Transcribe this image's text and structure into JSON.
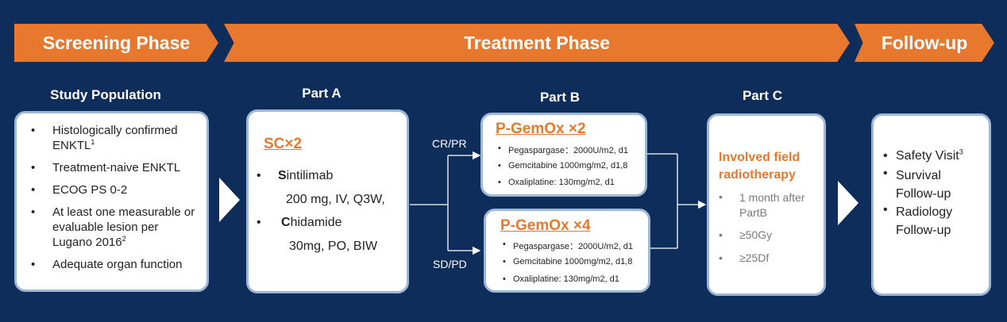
{
  "phases": {
    "screening": "Screening Phase",
    "treatment": "Treatment Phase",
    "followup": "Follow-up"
  },
  "headings": {
    "study_population": "Study Population",
    "part_a": "Part A",
    "part_b": "Part B",
    "part_c": "Part C"
  },
  "study_population": {
    "items": [
      {
        "text": "Histologically confirmed ENKTL",
        "sup": "1"
      },
      {
        "text": "Treatment-naive ENKTL",
        "sup": ""
      },
      {
        "text": "ECOG PS 0-2",
        "sup": ""
      },
      {
        "text": "At least one measurable or evaluable lesion per Lugano 2016",
        "sup": "2"
      },
      {
        "text": "Adequate organ function",
        "sup": ""
      }
    ]
  },
  "part_a": {
    "title": "SC×2",
    "drug1_initial": "S",
    "drug1_rest": "intilimab",
    "drug1_dose": "200 mg, IV, Q3W,",
    "drug2_initial": "C",
    "drug2_rest": "hidamide",
    "drug2_dose": "30mg, PO, BIW"
  },
  "branches": {
    "upper_label": "CR/PR",
    "lower_label": "SD/PD"
  },
  "part_b": {
    "upper": {
      "title": "P-GemOx ×2",
      "drugs": [
        "Pegaspargase：2000U/m2, d1",
        "Gemcitabine 1000mg/m2, d1,8",
        "Oxaliplatine: 130mg/m2, d1"
      ]
    },
    "lower": {
      "title": "P-GemOx ×4",
      "drugs": [
        "Pegaspargase：2000U/m2, d1",
        "Gemcitabine 1000mg/m2, d1,8",
        "Oxaliplatine: 130mg/m2, d1"
      ]
    }
  },
  "part_c": {
    "title_line1": "Involved field",
    "title_line2": "radiotherapy",
    "items": [
      "1 month after PartB",
      "≥50Gy",
      "≥25Df"
    ]
  },
  "followup": {
    "items": [
      {
        "text": "Safety Visit",
        "sup": "3"
      },
      {
        "text": "Survival Follow-up",
        "sup": ""
      },
      {
        "text": "Radiology Follow-up",
        "sup": ""
      }
    ]
  },
  "colors": {
    "background": "#0f2d5a",
    "accent": "#e8782e",
    "card_border": "#9db7d8"
  }
}
